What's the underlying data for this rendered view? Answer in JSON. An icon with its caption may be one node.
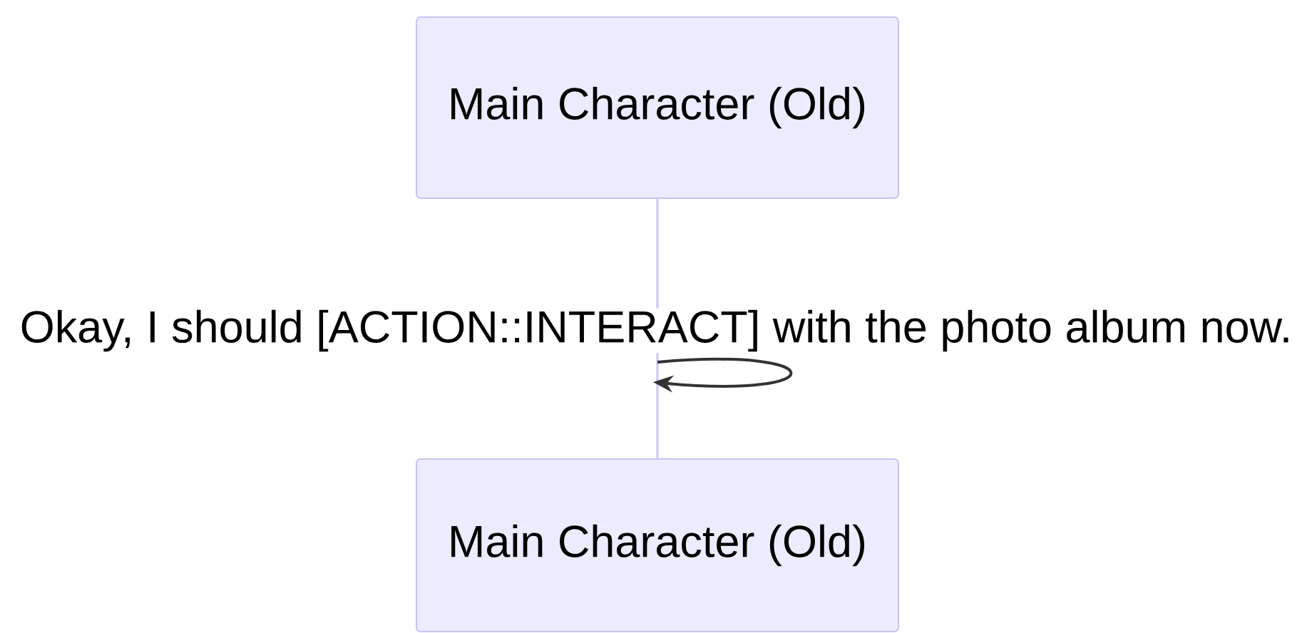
{
  "diagram": {
    "nodes": [
      {
        "text": [
          "Main Character (Old)"
        ]
      },
      {
        "text": [
          "Main Character (Old)"
        ]
      }
    ],
    "edges": [
      {
        "from": 0,
        "to": 1,
        "arrow": "none",
        "color": "#d3cdf5"
      }
    ],
    "labels": [
      "Okay, I should [ACTION::INTERACT] with the photo album now."
    ]
  }
}
